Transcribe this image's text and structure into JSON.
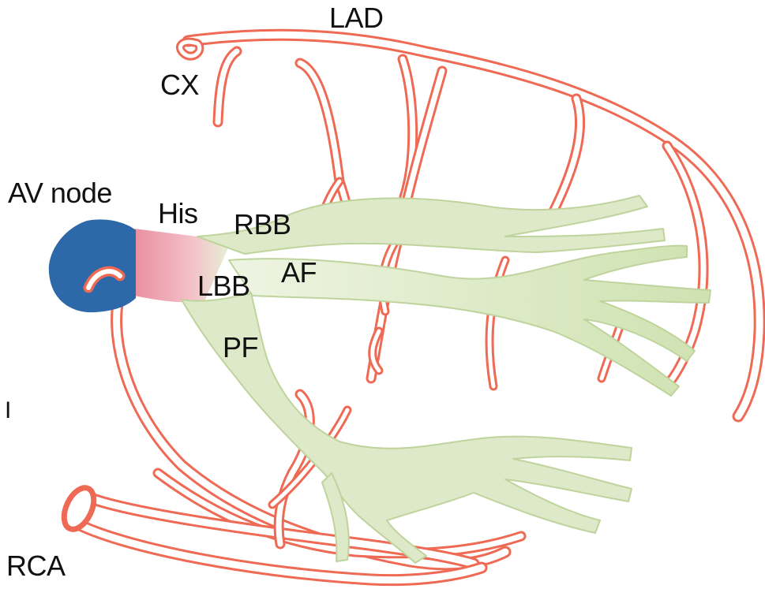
{
  "colors": {
    "artery": "#ee6a55",
    "artery_fill": "#ffffff",
    "conduction": "#d6e6bd",
    "conduction_edge": "#bfd49c",
    "av_node": "#2d69a8",
    "his": "#f2b8c2",
    "text": "#111111"
  },
  "labels": {
    "lad": "LAD",
    "cx": "CX",
    "av_node": "AV node",
    "his": "His",
    "rbb": "RBB",
    "lbb": "LBB",
    "af": "AF",
    "pf": "PF",
    "rca": "RCA",
    "stray": "I"
  }
}
